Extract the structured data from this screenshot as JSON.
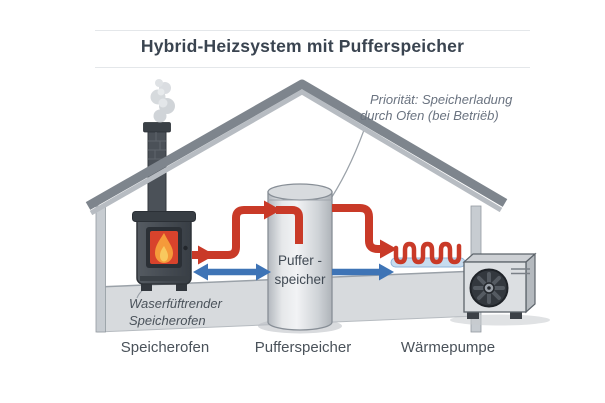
{
  "title": "Hybrid-Heizsystem mit Pufferspeicher",
  "callout": {
    "line1": "Priorität: Speicherladung",
    "line2": "durch Ofen (bei Betriëb)"
  },
  "tank_label": {
    "line1": "Puffer -",
    "line2": "speicher"
  },
  "stove_note": {
    "line1": "Waserfüftrender",
    "line2": "Speicherofen"
  },
  "captions": {
    "stove": "Speicherofen",
    "tank": "Pufferspeicher",
    "pump": "Wärmepumpe"
  },
  "icons": [
    "house-icon",
    "chimney-icon",
    "smoke-icon",
    "wood-stove-icon",
    "flame-icon",
    "buffer-tank-icon",
    "hot-pipe-arrow-icon",
    "cold-pipe-arrow-icon",
    "heating-coil-icon",
    "heat-pump-icon"
  ],
  "colors": {
    "pipe_hot": "#c93a28",
    "pipe_cold": "#3e74b6",
    "roof_gray": "#7e858d",
    "wall_gray": "#c7ccd1",
    "floor_gray": "#d7dadd",
    "stove_body": "#464c53",
    "flame_orange": "#f59a3a",
    "flame_yellow": "#f8c95e",
    "fire_red": "#d8432c",
    "tank_light": "#eef0f2",
    "coil_mat_blue": "#c7dcef",
    "text_dark": "#3a4450",
    "text_muted": "#6a7380"
  }
}
